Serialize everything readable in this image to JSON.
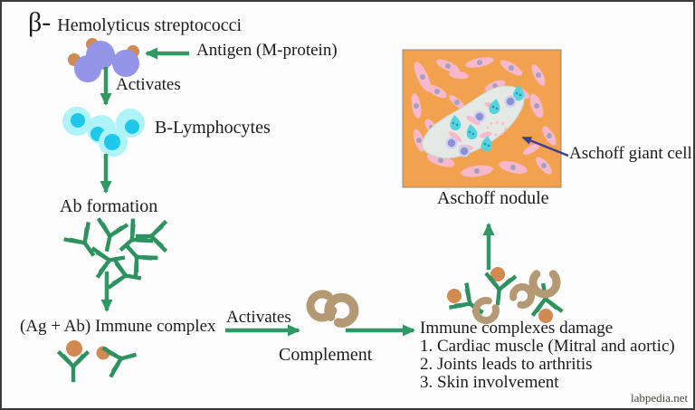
{
  "palette": {
    "arrow-green": "#2f9864",
    "antibody-green": "#2e9160",
    "strep-purple": "#9494e8",
    "antigen-tan": "#d08a52",
    "bcell-fill": "#aef3f8",
    "bcell-nucleus": "#1fc7e8",
    "complement-tan": "#b49a74",
    "nodule-bg": "#f2a24e",
    "fiber-pink": "#f6b8ca",
    "fiber-nucleus": "#a2a2c0",
    "nodule-blob": "#e4e9e5",
    "giant-cyan": "#56d3de",
    "nodule-nucleus-purple": "#8f8fd8",
    "pointer-blue": "#3c3c99",
    "text-black": "#1b1b1b"
  },
  "flow": {
    "beta_symbol": "β-",
    "organism": "Hemolyticus streptococci",
    "antigen_label": "Antigen (M-protein)",
    "activates_label_1": "Activates",
    "b_lymphocytes_label": "B-Lymphocytes",
    "ab_formation_label": "Ab formation",
    "immune_complex_label": "(Ag + Ab) Immune complex",
    "activates_label_2": "Activates",
    "complement_label": "Complement"
  },
  "damage": {
    "title": "Immune complexes damage",
    "items": [
      "1. Cardiac muscle (Mitral and aortic)",
      "2. Joints leads to arthritis",
      "3. Skin involvement"
    ]
  },
  "nodule": {
    "caption": "Aschoff nodule",
    "pointer_label": "Aschoff giant cell"
  },
  "watermark": "labpedia.net"
}
